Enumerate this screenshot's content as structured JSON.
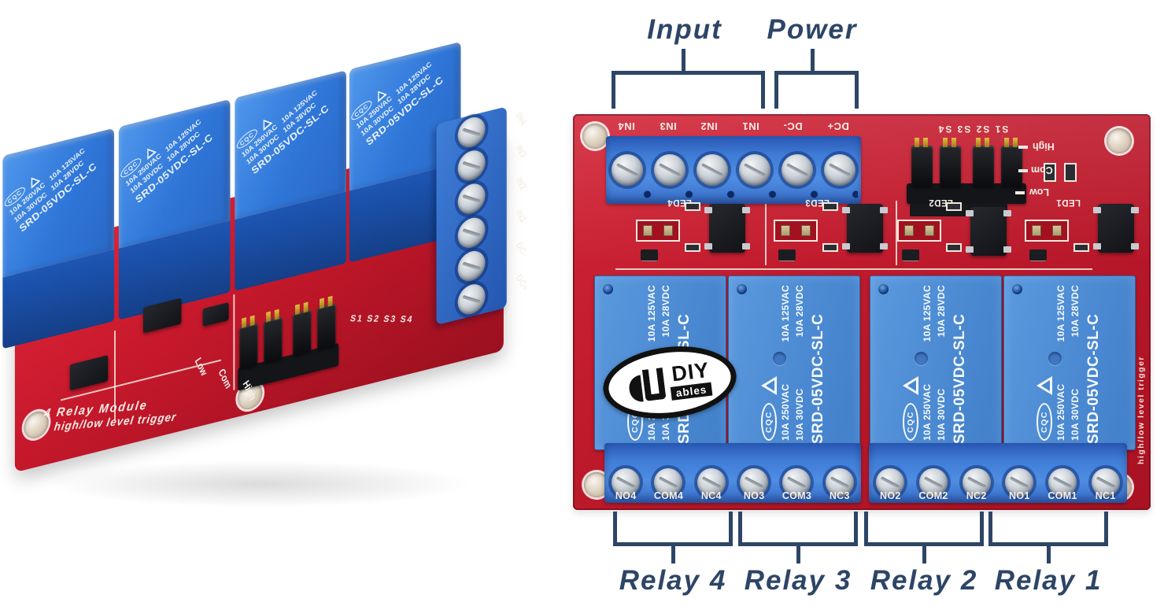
{
  "annotations": {
    "input_label": "Input",
    "power_label": "Power",
    "relay_labels": [
      "Relay 4",
      "Relay 3",
      "Relay 2",
      "Relay 1"
    ]
  },
  "board": {
    "top_terminals": [
      "IN4",
      "IN3",
      "IN2",
      "IN1",
      "DC-",
      "DC+"
    ],
    "bottom_terminals_left": [
      "NO4",
      "COM4",
      "NC4",
      "NO3",
      "COM3",
      "NC3"
    ],
    "bottom_terminals_right": [
      "NO2",
      "COM2",
      "NC2",
      "NO1",
      "COM1",
      "NC1"
    ],
    "led_labels": [
      "LED4",
      "LED3",
      "LED2",
      "LED1"
    ],
    "jumper_label": "S1 S2 S3 S4",
    "trigger_levels": [
      "High",
      "Com",
      "Low"
    ],
    "edge_text_line1": "4 Relay Module",
    "edge_text_line2": "high/low level trigger",
    "relay_print": {
      "cert": "CQC",
      "rating_ac_main": "10A 250VAC",
      "rating_ac_alt": "10A 125VAC",
      "rating_dc_main": "10A 30VDC",
      "rating_dc_alt": "10A 28VDC",
      "model": "SRD-05VDC-SL-C"
    },
    "logo": {
      "brand": "DIY",
      "brand_suffix": "ables"
    }
  },
  "colors": {
    "annotation_navy": "#2d4566",
    "board_red": "#c01b2d",
    "relay_blue": "#4787d0",
    "terminal_blue": "#3f7cd6",
    "silkscreen_white": "#f2ece4",
    "jumper_black": "#141519",
    "pin_gold": "#c9a227"
  }
}
